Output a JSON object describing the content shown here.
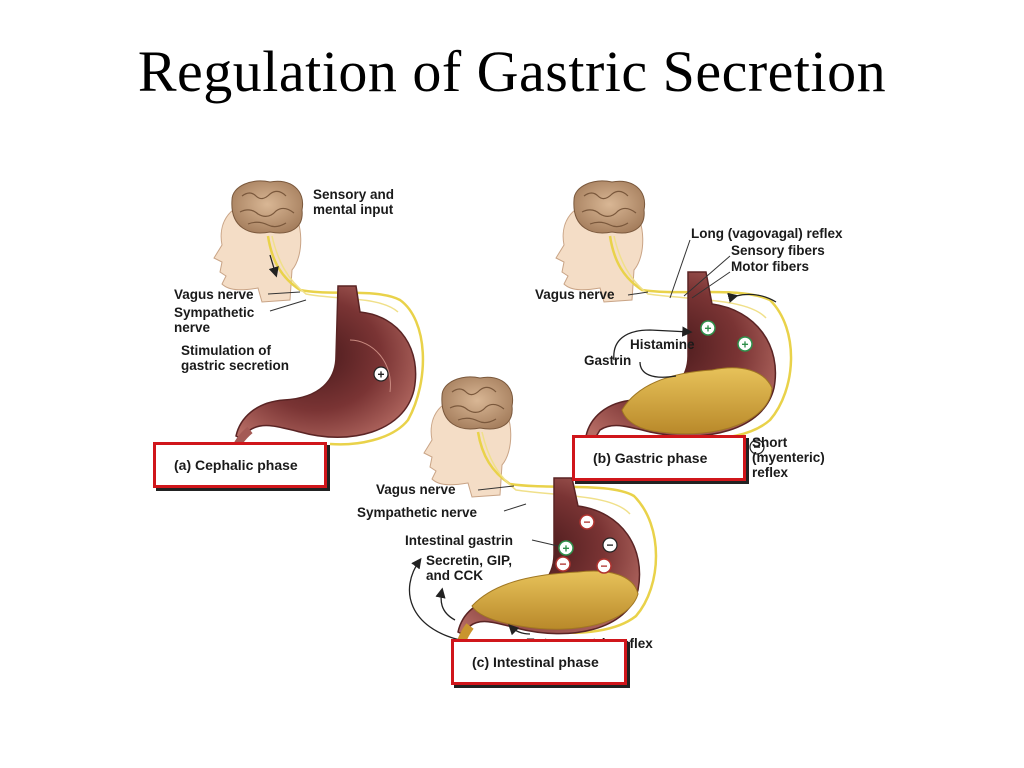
{
  "title": "Regulation of Gastric Secretion",
  "panel_a": {
    "sensory_input": "Sensory and\nmental input",
    "vagus_nerve": "Vagus nerve",
    "sympathetic_nerve": "Sympathetic\nnerve",
    "stimulation": "Stimulation of\ngastric secretion",
    "phase": "(a) Cephalic phase"
  },
  "panel_b": {
    "long_reflex": "Long (vagovagal) reflex",
    "sensory_fibers": "Sensory fibers",
    "motor_fibers": "Motor fibers",
    "vagus_nerve": "Vagus nerve",
    "histamine": "Histamine",
    "gastrin": "Gastrin",
    "short_reflex": "Short\n(myenteric)\nreflex",
    "phase": "(b) Gastric phase"
  },
  "panel_c": {
    "vagus_nerve": "Vagus nerve",
    "sympathetic_nerve": "Sympathetic nerve",
    "intestinal_gastrin": "Intestinal gastrin",
    "secretin": "Secretin, GIP,\nand CCK",
    "enterogastric": "Enterogastric reflex",
    "phase": "(c) Intestinal phase"
  },
  "colors": {
    "phase_border": "#d0161b",
    "stomach": "#8a3f3f",
    "nerve": "#e9d24a",
    "chyme": "#d4a63a",
    "stimulate_sign": "#2f8f4a"
  }
}
